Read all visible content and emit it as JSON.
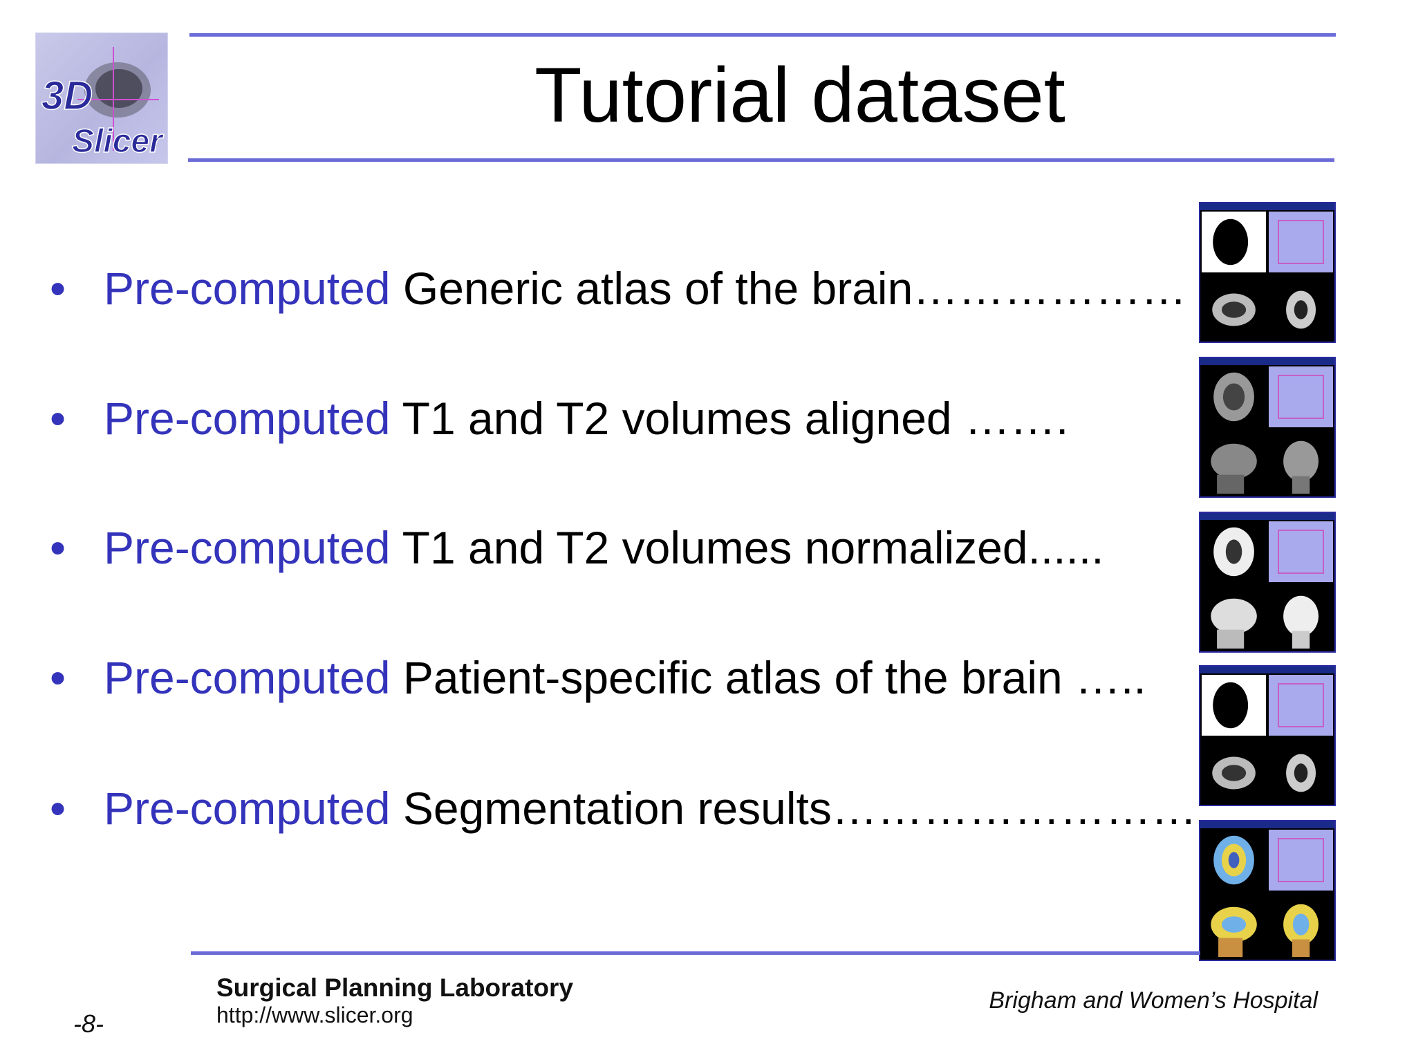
{
  "logo": {
    "line1": "3D",
    "line2": "Slicer"
  },
  "title": "Tutorial dataset",
  "bullets": [
    {
      "marker": "•",
      "prefix": "Pre-computed",
      "text": " Generic atlas of the brain………………"
    },
    {
      "marker": "•",
      "prefix": "Pre-computed",
      "text": " T1 and T2 volumes aligned ……."
    },
    {
      "marker": "•",
      "prefix": "Pre-computed",
      "text": " T1 and T2 volumes normalized......"
    },
    {
      "marker": "•",
      "prefix": "Pre-computed",
      "text": " Patient-specific atlas of the brain ….."
    },
    {
      "marker": "•",
      "prefix": "Pre-computed",
      "text": " Segmentation results……………………"
    }
  ],
  "thumbnails": [
    "atlas-viewer",
    "t1-t2-aligned-viewer",
    "t1-t2-normalized-viewer",
    "patient-atlas-viewer",
    "segmentation-viewer"
  ],
  "footer": {
    "lab": "Surgical Planning Laboratory",
    "url": "http://www.slicer.org",
    "hospital": "Brigham and Women’s Hospital",
    "page": "-8-"
  },
  "colors": {
    "accent": "#6b6bd8",
    "prefix": "#3333bb"
  }
}
